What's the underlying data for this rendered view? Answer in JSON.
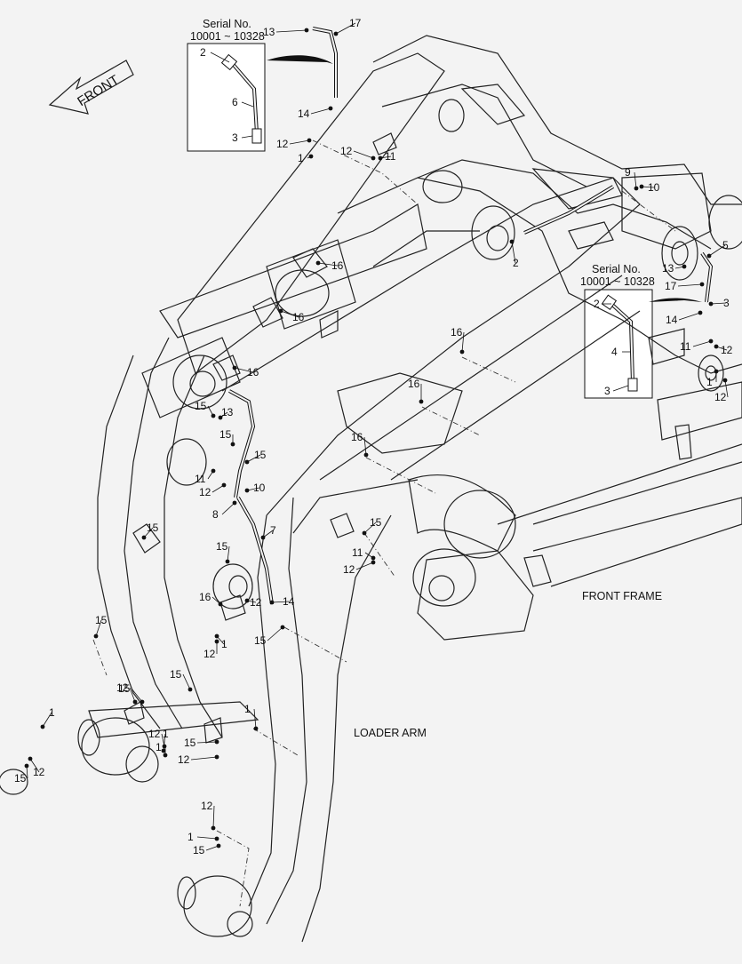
{
  "diagram": {
    "front_label": "FRONT",
    "front_frame_label": "FRONT FRAME",
    "loader_arm_label": "LOADER ARM",
    "inset_left": {
      "title": "Serial No.",
      "range": "10001 ~ 10328",
      "parts": [
        "2",
        "6",
        "3"
      ]
    },
    "inset_right": {
      "title": "Serial No.",
      "range": "10001 ~ 10328",
      "parts": [
        "2",
        "4",
        "3"
      ]
    },
    "callouts": [
      "13",
      "17",
      "14",
      "12",
      "1",
      "12",
      "11",
      "9",
      "10",
      "2",
      "16",
      "16",
      "16",
      "5",
      "13",
      "17",
      "3",
      "14",
      "11",
      "12",
      "1",
      "12",
      "16",
      "16",
      "16",
      "15",
      "13",
      "15",
      "15",
      "11",
      "12",
      "15",
      "10",
      "8",
      "7",
      "15",
      "15",
      "11",
      "12",
      "15",
      "16",
      "12",
      "14",
      "1",
      "12",
      "15",
      "15",
      "15",
      "1",
      "12",
      "1",
      "12",
      "15",
      "1",
      "12",
      "15",
      "12",
      "1",
      "15",
      "12",
      "1"
    ]
  }
}
